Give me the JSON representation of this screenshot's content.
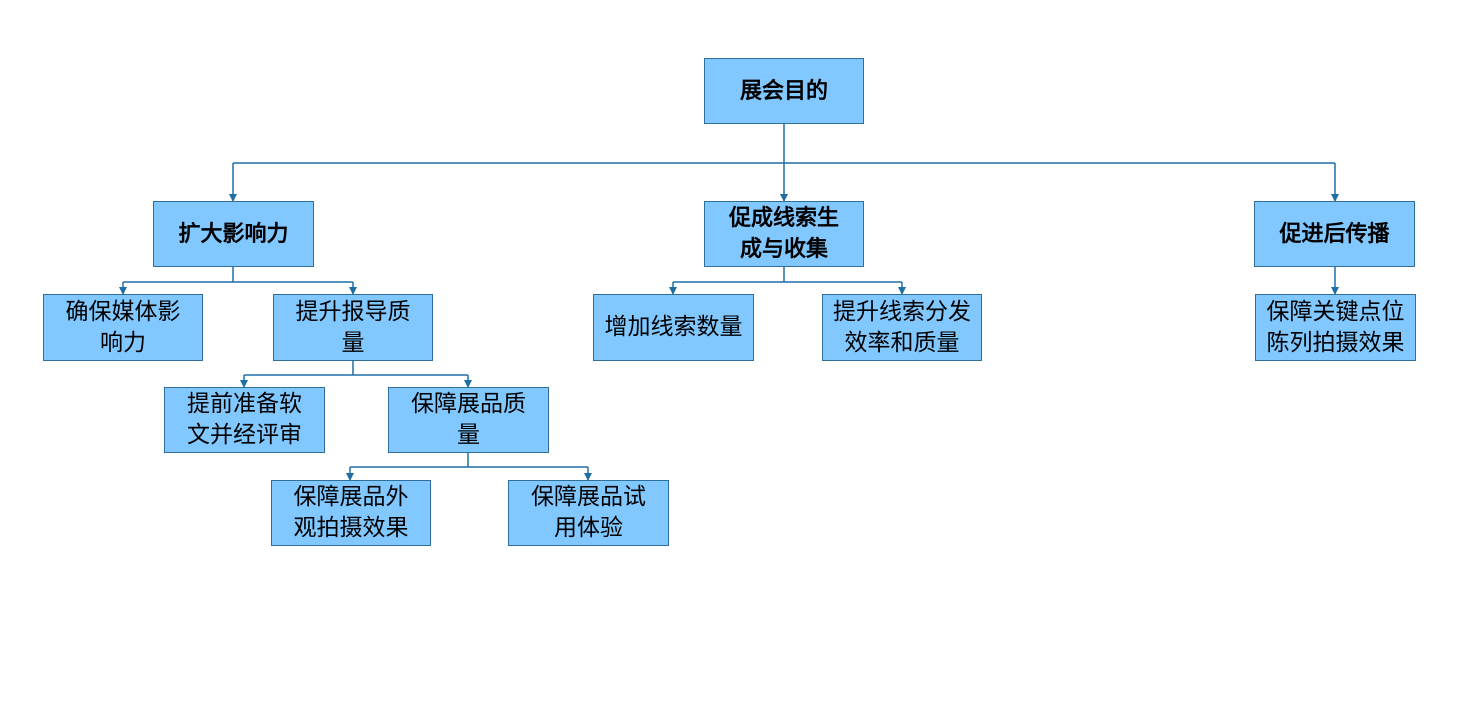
{
  "diagram": {
    "colors": {
      "node_fill": "#80c8ff",
      "node_border": "#2f6f9a",
      "connector": "#1f6fa5"
    },
    "root": {
      "label": "展会目的"
    },
    "branches": [
      {
        "label": "扩大影响力"
      },
      {
        "label": "促成线索生\n成与收集"
      },
      {
        "label": "促进后传播"
      }
    ],
    "branch1_children": [
      {
        "label": "确保媒体影\n响力"
      },
      {
        "label": "提升报导质\n量"
      }
    ],
    "report_quality_children": [
      {
        "label": "提前准备软\n文并经评审"
      },
      {
        "label": "保障展品质\n量"
      }
    ],
    "exhibit_quality_children": [
      {
        "label": "保障展品外\n观拍摄效果"
      },
      {
        "label": "保障展品试\n用体验"
      }
    ],
    "branch2_children": [
      {
        "label": "增加线索数量"
      },
      {
        "label": "提升线索分发\n效率和质量"
      }
    ],
    "branch3_children": [
      {
        "label": "保障关键点位\n陈列拍摄效果"
      }
    ]
  }
}
